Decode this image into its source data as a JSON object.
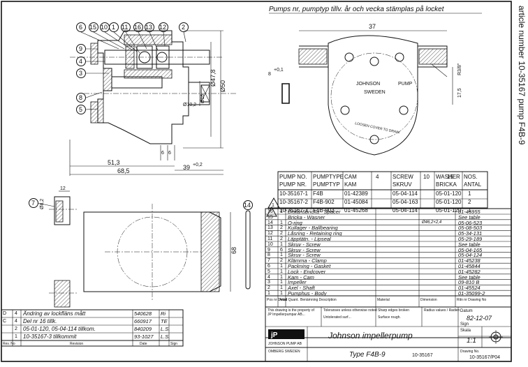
{
  "header_note": "Pumps nr, pumptyp tillv. år och vecka stämplas på locket",
  "side_label": "article number 10-35167    pump F4B-9",
  "plate": {
    "line1": "JOHNSON",
    "line2": "PUMP",
    "line3": "SWEDEN",
    "arc": "LOOSEN COVER TO DRAIN"
  },
  "dims": {
    "d37": "37",
    "d8": "8",
    "d01": "+0,1",
    "d175": "17,5",
    "r3": "R3/8\"",
    "d51": "51,3",
    "d685": "68,5",
    "d39": "39",
    "d2": "+0,2",
    "d66a": "6",
    "d66b": "6",
    "d102": "Ø10,2",
    "d16": "Ø16",
    "d47": "Ø47,8",
    "d50": "Ø50",
    "d12": "12",
    "d82": "Ø8,2",
    "d68": "68"
  },
  "balloons": [
    "6",
    "15",
    "10",
    "1",
    "11",
    "16",
    "13",
    "12",
    "2",
    "9",
    "4",
    "3",
    "8",
    "5",
    "7",
    "14"
  ],
  "pump_table": {
    "headers": [
      [
        "PUMP NO.",
        "PUMP NR."
      ],
      [
        "PUMPTYPE",
        "PUMPTYP"
      ],
      [
        "CAM",
        "KAM"
      ],
      [
        "4"
      ],
      [
        "SCREW",
        "SKRUV"
      ],
      [
        "10"
      ],
      [
        "WASHER",
        "BRICKA"
      ],
      [
        "15"
      ],
      [
        "NOS.",
        "ANTAL"
      ]
    ],
    "rows": [
      [
        "10-35167-1",
        "F4B",
        "01-42389",
        "05-04-114",
        "05-01-120",
        "1"
      ],
      [
        "10-35167-2",
        "F4B-902",
        "01-45084",
        "05-04-163",
        "05-01-120",
        "2"
      ],
      [
        "10-35167-3",
        "F4B-903",
        "01-45268",
        "05-04-114",
        "05-01-120",
        "1"
      ]
    ],
    "marker": "1"
  },
  "parts": [
    {
      "pos": "16",
      "qty": "1",
      "name": "Distansbricka - Spacer",
      "dim": "",
      "part": "01-45955"
    },
    {
      "pos": "15",
      "qty": "",
      "name": "Bricka - Wasner",
      "dim": "",
      "part": "See table"
    },
    {
      "pos": "14",
      "qty": "1",
      "name": "O-ring",
      "dim": "Ø46,2×2,4",
      "part": "05-06-523"
    },
    {
      "pos": "13",
      "qty": "2",
      "name": "Kullager - Ballbearing",
      "dim": "",
      "part": "05-08-503"
    },
    {
      "pos": "12",
      "qty": "2",
      "name": "Låsring - Retaining ring",
      "dim": "",
      "part": "05-34-131"
    },
    {
      "pos": "11",
      "qty": "2",
      "name": "Läpptätn. - Lipseal",
      "dim": "",
      "part": "05-29-189"
    },
    {
      "pos": "10",
      "qty": "1",
      "name": "Skruv - Screw",
      "dim": "",
      "part": "See table"
    },
    {
      "pos": "9",
      "qty": "6",
      "name": "Skruv - Screw",
      "dim": "",
      "part": "05-04-165"
    },
    {
      "pos": "8",
      "qty": "1",
      "name": "Skruv - Screw",
      "dim": "",
      "part": "05-04-124"
    },
    {
      "pos": "7",
      "qty": "2",
      "name": "Klämma - Clamp",
      "dim": "",
      "part": "01-45238"
    },
    {
      "pos": "6",
      "qty": "1",
      "name": "Packning - Gasket",
      "dim": "",
      "part": "01-45844"
    },
    {
      "pos": "5",
      "qty": "1",
      "name": "Lock - Endcover",
      "dim": "",
      "part": "01-45282"
    },
    {
      "pos": "4",
      "qty": "1",
      "name": "Kam - Cam",
      "dim": "",
      "part": "See table"
    },
    {
      "pos": "3",
      "qty": "1",
      "name": "Impeller",
      "dim": "",
      "part": "09-810 B"
    },
    {
      "pos": "2",
      "qty": "1",
      "name": "Axel - Shaft",
      "dim": "",
      "part": "01-45524"
    },
    {
      "pos": "1",
      "qty": "1",
      "name": "Pumphus - Body",
      "dim": "",
      "part": "01-35099-2"
    }
  ],
  "parts_header": [
    "Pos nr Detail",
    "Antal Quant.",
    "Benämning Description",
    "Material",
    "Dimension",
    "Ritn nr Drawing No"
  ],
  "revisions": [
    {
      "letter": "D",
      "qty": "4",
      "text": "Ändring av lockfläns mått",
      "no": "540628",
      "date": "",
      "sign": "Ri"
    },
    {
      "letter": "C",
      "qty": "4",
      "text": "Del nr 16 tillk.",
      "no": "660917",
      "date": "",
      "sign": "TE"
    },
    {
      "letter": "",
      "qty": "2",
      "text": "05-01-120, 05-04-114 tillkom.",
      "no": "840209",
      "date": "",
      "sign": "L.S."
    },
    {
      "letter": "",
      "qty": "1",
      "text": "10-35167-3 tillkommit",
      "no": "93-1027",
      "date": "",
      "sign": "L.S."
    }
  ],
  "rev_header": [
    "Rev. No",
    "Revision",
    "Date",
    "Sign"
  ],
  "title_block": {
    "legal": "This drawing is the property of JP Impellerpumpar AB...",
    "tol1": "Toleranses unless otherwise noted",
    "tol2": "Untolerated surf...",
    "rough": "Sharp edges broken",
    "rough2": "Surface rough.",
    "reqs": "Radius values / Radien",
    "company": "JOHNSON PUMP AB",
    "company_sub": "OMBERG SWEDEN",
    "title": "Johnson impellerpump",
    "type": "Type F4B-9",
    "article": "10-35167",
    "scale_label": "Skala",
    "scale": "1:1",
    "date_label": "Datum",
    "date": "82-12-07",
    "drawing_label": "Drawing No.",
    "drawing_no": "10-35167/P04",
    "sign_label": "Sign"
  }
}
